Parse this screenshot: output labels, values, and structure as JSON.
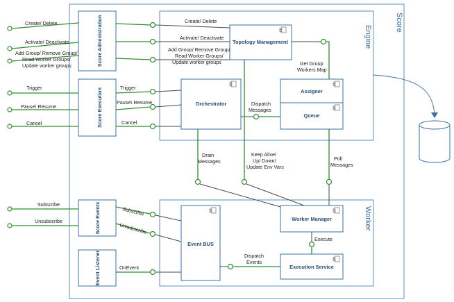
{
  "containers": {
    "score": "Score",
    "engine": "Engine",
    "worker": "Worker"
  },
  "side_boxes": {
    "score_administration": "Score Administration",
    "score_execution": "Score Execution",
    "score_events": "Score Events",
    "event_listener": "Event Listener"
  },
  "components": {
    "topology_management": "Topology Management",
    "orchestrator": "Orchestrator",
    "assigner": "Assigner",
    "queue": "Queue",
    "worker_manager": "Worker Manager",
    "event_bus": "Event BUS",
    "execution_service": "Execution Service"
  },
  "external_interfaces": {
    "create_delete": "Create/ Delete",
    "activate_deactivate": "Activate/ Deactivate",
    "add_group_line1": "Add Group/ Remove Group/",
    "add_group_line2": "Read Worker Groups/",
    "add_group_line3": "Update worker groups",
    "trigger": "Trigger",
    "pause_resume": "Pause\\ Resume",
    "cancel": "Cancel",
    "subscribe": "Subscribe",
    "unsubscribe": "Unsubscribe"
  },
  "inner_labels": {
    "create_delete": "Create/ Delete",
    "activate_deactivate": "Activate/ Deactivate",
    "add_group_line1": "Add Group/ Remove Group/",
    "add_group_line2": "Read Worker Groups/",
    "add_group_line3": "Update worker groups",
    "trigger": "Trigger",
    "pause_resume": "Pause\\ Resume",
    "cancel": "Cancel",
    "subscribe": "Subscribe",
    "unsubscribe": "Unsubscribe",
    "onevent": "OnEvent",
    "get_group_line1": "Get Group",
    "get_group_line2": "Workers Map",
    "dispatch_messages_line1": "Dispatch",
    "dispatch_messages_line2": "Messages",
    "drain_line1": "Drain",
    "drain_line2": "Messages",
    "keep_alive_line1": "Keep Alive/",
    "keep_alive_line2": "Up/ Down/",
    "keep_alive_line3": "Update Env Vars",
    "poll_line1": "Poll",
    "poll_line2": "Messages",
    "execute": "Execute",
    "dispatch_events_line1": "Dispatch",
    "dispatch_events_line2": "Events"
  },
  "colors": {
    "connector": "#2f8f2f",
    "frame": "#5b8fc7",
    "component_text": "#1f4e79"
  }
}
